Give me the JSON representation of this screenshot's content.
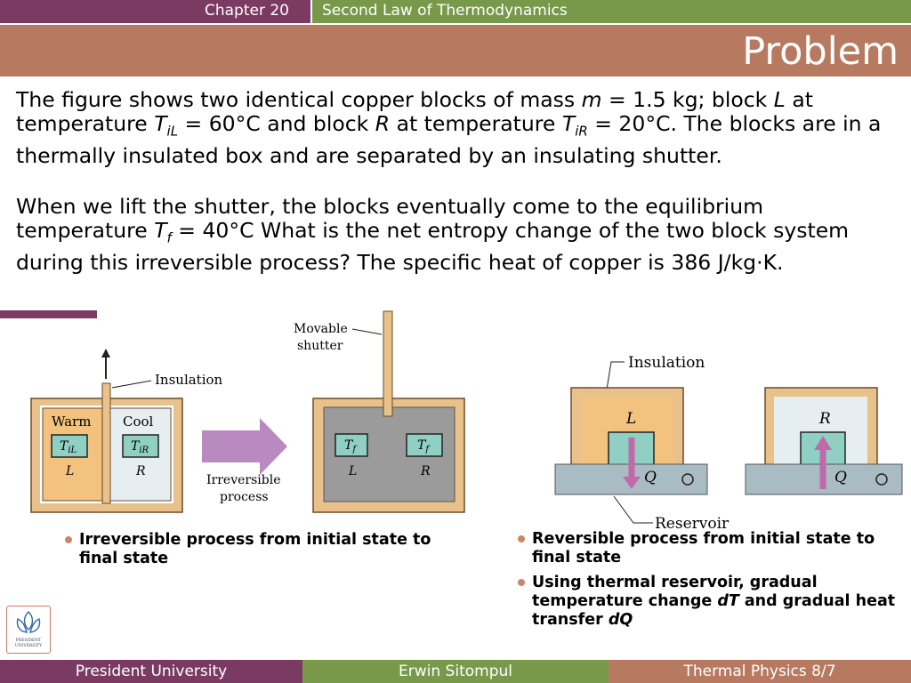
{
  "header": {
    "chapter": "Chapter 20",
    "topic": "Second Law of Thermodynamics"
  },
  "slide_title": "Problem",
  "paragraphs": {
    "p1": {
      "a": "The figure shows two identical copper blocks of mass ",
      "m": "m",
      "b": " = 1.5 kg; block ",
      "L": "L",
      "c": " at temperature ",
      "T1": "T",
      "T1sub": "iL",
      "d": " = 60°C and block ",
      "R": "R",
      "e": " at temperature ",
      "T2": "T",
      "T2sub": "iR",
      "f": " = 20°C. The blocks are in a thermally insulated box and are separated by an insulating shutter."
    },
    "p2": {
      "a": "When we lift the shutter, the blocks eventually come to the equilibrium temperature ",
      "T": "T",
      "Tsub": "f",
      "b": " = 40°C What is the net entropy change of the two block system during this irreversible process? The specific heat of copper is 386 J/kg·K."
    }
  },
  "figure_left": {
    "insulation": "Insulation",
    "movable_shutter_1": "Movable",
    "movable_shutter_2": "shutter",
    "warm": "Warm",
    "cool": "Cool",
    "T": "T",
    "sub_iL": "iL",
    "sub_iR": "iR",
    "sub_f": "f",
    "L": "L",
    "R": "R",
    "irreversible_1": "Irreversible",
    "irreversible_2": "process"
  },
  "figure_right": {
    "insulation": "Insulation",
    "L": "L",
    "R": "R",
    "Q": "Q",
    "reservoir": "Reservoir"
  },
  "bullets_left": [
    "Irreversible process from initial state to final state"
  ],
  "bullets_right": {
    "b1": "Reversible process from initial state to final state",
    "b2a": "Using thermal reservoir, gradual temperature change ",
    "b2_dT": "dT",
    "b2b": " and gradual heat transfer ",
    "b2_dQ": "dQ"
  },
  "footer": {
    "left": "President University",
    "center": "Erwin Sitompul",
    "right": "Thermal Physics 8/7"
  },
  "logo_text": {
    "line1": "PRESIDENT",
    "line2": "UNIVERSITY"
  },
  "colors": {
    "purple": "#7b3a62",
    "green": "#78994a",
    "rust": "#b77a60",
    "insulation": "#e8c28a",
    "warm": "#f2c27e",
    "cool": "#e6eef2",
    "reservoir": "#a9bcc4",
    "arrow": "#c06aa8",
    "block": "#8fcfc4"
  }
}
